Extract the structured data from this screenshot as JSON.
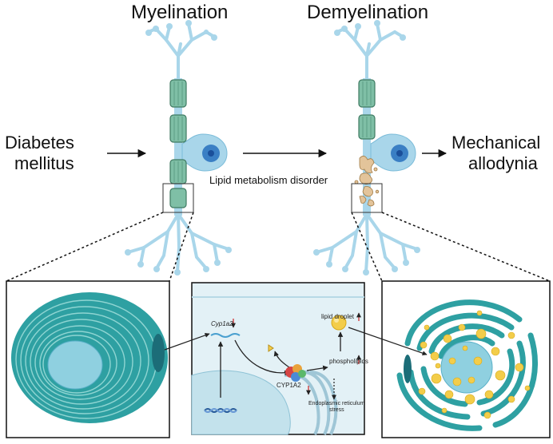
{
  "labels": {
    "myelination": "Myelination",
    "demyelination": "Demyelination",
    "diabetes_line1": "Diabetes",
    "diabetes_line2": "mellitus",
    "mechanical_line1": "Mechanical",
    "mechanical_line2": "allodynia",
    "lipid_disorder": "Lipid metabolism disorder"
  },
  "inset": {
    "gene": "Cyp1a2",
    "protein": "CYP1A2",
    "lipid_droplet": "lipid droplet",
    "phospholipids": "phospholipids",
    "er_stress_line1": "Endoplasmic reticulum",
    "er_stress_line2": "stress"
  },
  "colors": {
    "neuron": "#a9d6ea",
    "neuron_edge": "#7bbcd9",
    "myelin": "#7fbfa6",
    "myelin_sheath_outer": "#2ea0a2",
    "lipid": "#f3cd4a",
    "damaged_myelin": "#e3c49a",
    "down_arrow": "#cc2222"
  }
}
